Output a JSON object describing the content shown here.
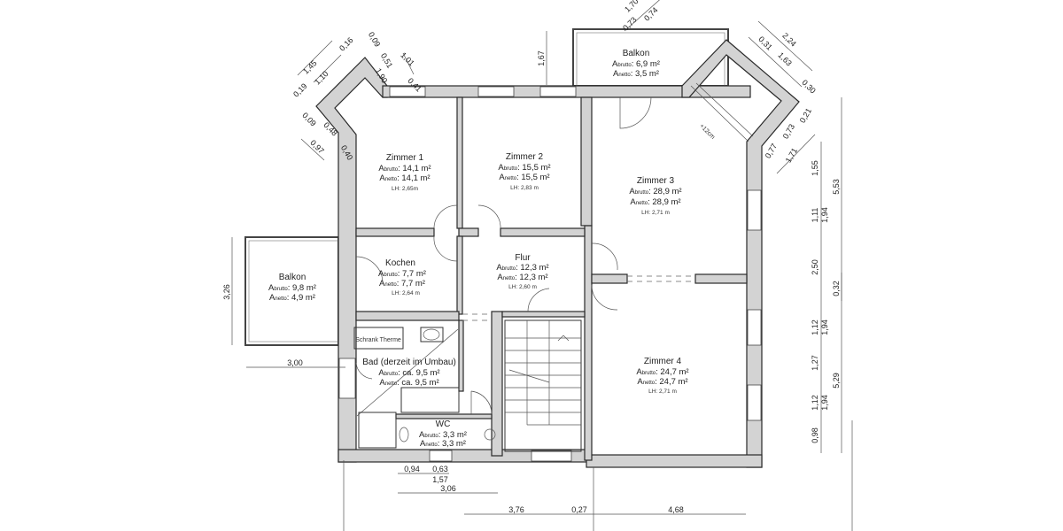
{
  "rooms": {
    "zimmer1": {
      "name": "Zimmer 1",
      "a": "A",
      "brutto_sub": "brutto",
      "brutto": ": 14,1 m²",
      "netto_sub": "netto",
      "netto": ": 14,1 m²",
      "lh": "LH: 2,65m"
    },
    "zimmer2": {
      "name": "Zimmer 2",
      "a": "A",
      "brutto_sub": "brutto",
      "brutto": ": 15,5 m²",
      "netto_sub": "netto",
      "netto": ": 15,5 m²",
      "lh": "LH: 2,83 m"
    },
    "zimmer3": {
      "name": "Zimmer 3",
      "a": "A",
      "brutto_sub": "brutto",
      "brutto": ": 28,9 m²",
      "netto_sub": "netto",
      "netto": ": 28,9 m²",
      "lh": "LH: 2,71 m"
    },
    "zimmer4": {
      "name": "Zimmer 4",
      "a": "A",
      "brutto_sub": "brutto",
      "brutto": ": 24,7 m²",
      "netto_sub": "netto",
      "netto": ": 24,7 m²",
      "lh": "LH: 2,71 m"
    },
    "kochen": {
      "name": "Kochen",
      "a": "A",
      "brutto_sub": "brutto",
      "brutto": ": 7,7 m²",
      "netto_sub": "netto",
      "netto": ": 7,7 m²",
      "lh": "LH: 2,64 m"
    },
    "flur": {
      "name": "Flur",
      "a": "A",
      "brutto_sub": "brutto",
      "brutto": ": 12,3 m²",
      "netto_sub": "netto",
      "netto": ": 12,3 m²",
      "lh": "LH: 2,60 m"
    },
    "balkon_left": {
      "name": "Balkon",
      "a": "A",
      "brutto_sub": "brutto",
      "brutto": ": 9,8 m²",
      "netto_sub": "netto",
      "netto": ": 4,9 m²"
    },
    "balkon_top": {
      "name": "Balkon",
      "a": "A",
      "brutto_sub": "brutto",
      "brutto": ": 6,9 m²",
      "netto_sub": "netto",
      "netto": ": 3,5 m²"
    },
    "bad": {
      "name": "Bad (derzeit im Umbau)",
      "a": "A",
      "brutto_sub": "brutto",
      "brutto": ": ca. 9,5 m²",
      "netto_sub": "netto",
      "netto": ": ca. 9,5 m²",
      "schrank": "Schrank Therme"
    },
    "wc": {
      "name": "WC",
      "a": "A",
      "brutto_sub": "brutto",
      "brutto": ": 3,3 m²",
      "netto_sub": "netto",
      "netto": ": 3,3 m²"
    }
  },
  "dimensions": {
    "top_left": [
      "1,45",
      "1,10",
      "0,16",
      "0,19",
      "0,09",
      "0,48",
      "0,97",
      "0,40",
      "0,09",
      "0,51",
      "1,01",
      "1,90",
      "0,41",
      "1,67"
    ],
    "top_right": [
      "1,70",
      "0,73",
      "0,74",
      "2,24",
      "0,31",
      "1,63",
      "0,30",
      "0,21",
      "0,73",
      "0,77",
      "1,71",
      "+12cm"
    ],
    "right": [
      "1,55",
      "5,53",
      "1,11",
      "1,94",
      "2,50",
      "0,32",
      "1,12",
      "1,94",
      "1,27",
      "5,29",
      "1,12",
      "1,94",
      "0,98"
    ],
    "left": [
      "3,26",
      "3,00"
    ],
    "bottom": [
      "0,94",
      "0,63",
      "1,57",
      "3,06",
      "3,76",
      "0,27",
      "4,68"
    ]
  }
}
